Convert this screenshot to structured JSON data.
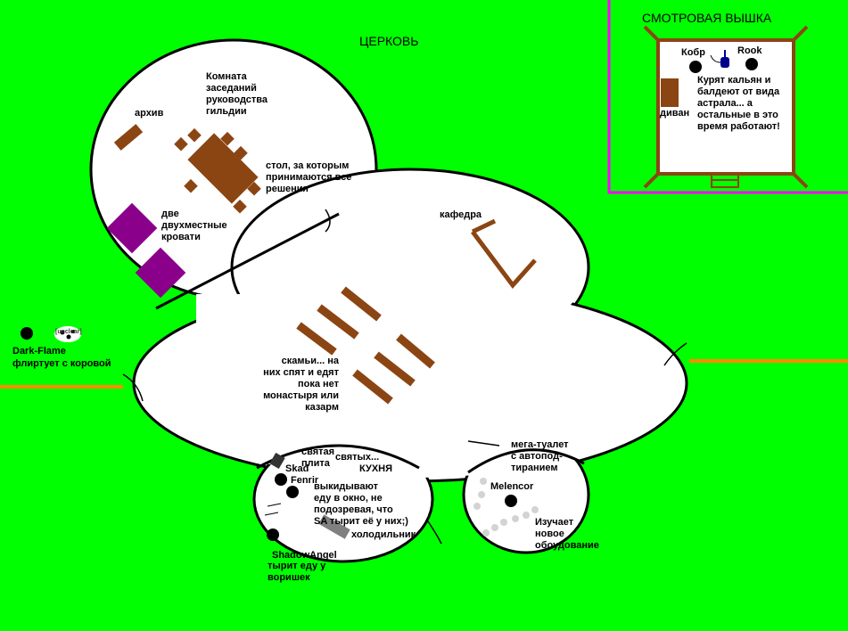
{
  "titles": {
    "church": "ЦЕРКОВЬ",
    "watchtower": "СМОТРОВАЯ ВЫШКА"
  },
  "rooms": {
    "meeting_room": "Комната\nзаседаний\nруководства\nгильдии",
    "archive": "архив",
    "decision_table": "стол, за которым\nпринимаются все\nрешения",
    "double_beds": "две\nдвухместные\nкровати",
    "pulpit": "кафедра",
    "benches": "скамьи... на\nних спят и едят\nпока нет\nмонастыря или\nказарм",
    "holy_stove": "святая\nплита",
    "kitchen_holies": "святых...",
    "kitchen": "КУХНЯ",
    "kitchen_note": "выкидывают\nеду в окно, не\nподозревая, что\nSA тырит её у них;)",
    "fridge": "холодильник",
    "toilet": "мега-туалет\nс автопод-\nтиранием",
    "sofa": "диван",
    "tower_note": "Курят кальян и\nбалдеют от вида\nастрала... а\nостальные в это\nвремя работают!"
  },
  "characters": {
    "dark_flame": "Dark-Flame",
    "dark_flame_note": "флиртует с коровой",
    "skad": "Skad",
    "fenrir": "Fenrir",
    "shadow_angel": "ShadowAngel",
    "shadow_angel_note": "тырит еду у\nворишек",
    "melencor": "Melencor",
    "melencor_note": "Изучает\nновое\nобоудование",
    "kobr": "Кобр",
    "rook": "Rook"
  },
  "colors": {
    "grass": "#00ff00",
    "floor": "#ffffff",
    "furniture": "#8b4513",
    "bed": "#8b008b",
    "road": "#ff8c00",
    "tower_fence": "#ff00ff",
    "fridge": "#808080",
    "hookah": "#00008b"
  },
  "legend_unclear": "[unclear]"
}
